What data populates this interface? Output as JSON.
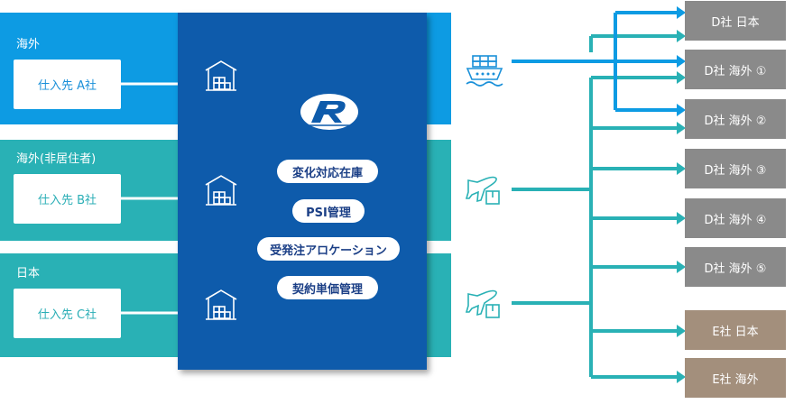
{
  "regions": [
    {
      "label": "海外",
      "supplier": "仕入先 A社"
    },
    {
      "label": "海外(非居住者)",
      "supplier": "仕入先 B社"
    },
    {
      "label": "日本",
      "supplier": "仕入先 C社"
    }
  ],
  "functions": [
    "変化対応在庫",
    "PSI管理",
    "受発注アロケーション",
    "契約単価管理"
  ],
  "destinations": [
    "D社 日本",
    "D社 海外 ①",
    "D社 海外 ②",
    "D社 海外 ③",
    "D社 海外 ④",
    "D社 海外 ⑤",
    "E社 日本",
    "E社 海外"
  ],
  "colors": {
    "blue": "#0d9be3",
    "teal": "#29b1b5",
    "hub": "#0e5bab",
    "d_box": "#8a8a8a",
    "e_box": "#a38f7c"
  },
  "icons": [
    "warehouse-icon",
    "ship-icon",
    "airplane-icon",
    "company-logo"
  ]
}
